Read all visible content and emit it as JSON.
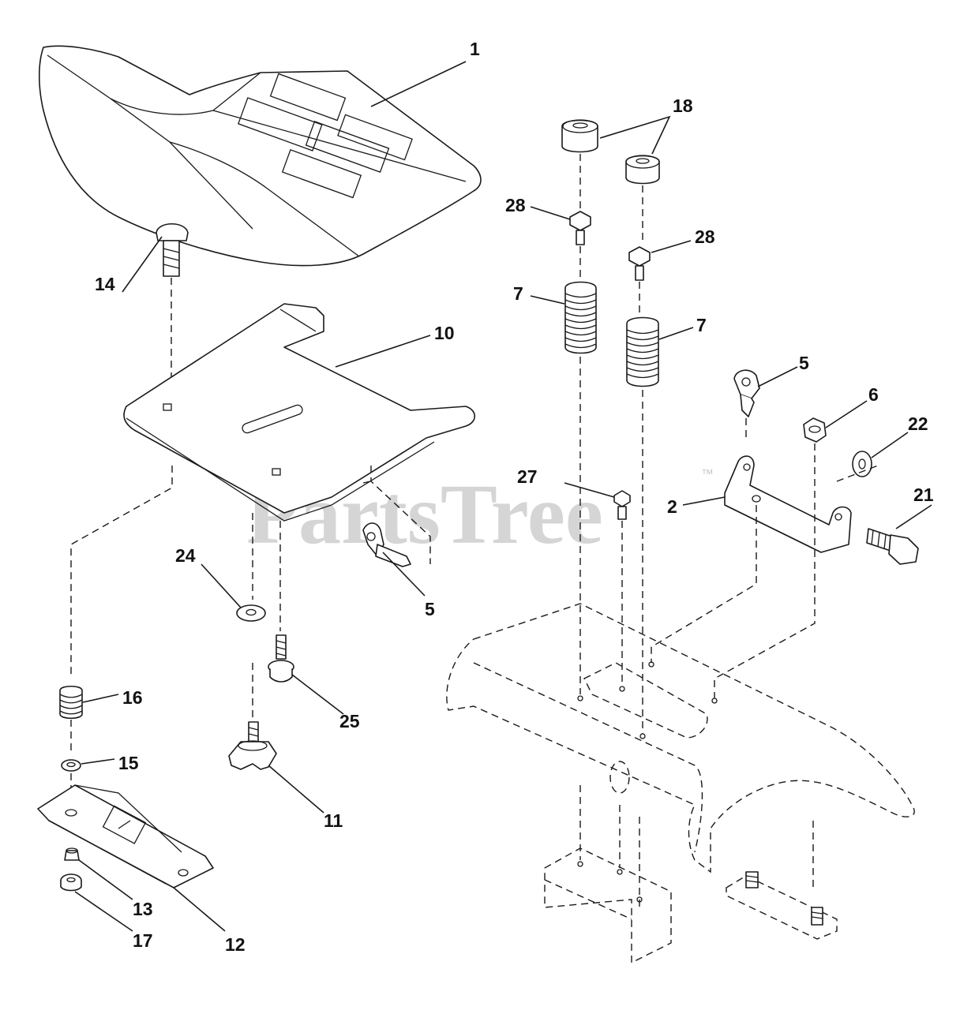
{
  "watermark": {
    "text": "PartsTree",
    "trademark": "™",
    "color": "#c8c8c8"
  },
  "callouts": {
    "c1": "1",
    "c18": "18",
    "c28a": "28",
    "c28b": "28",
    "c14": "14",
    "c10": "10",
    "c7a": "7",
    "c7b": "7",
    "c5a": "5",
    "c6": "6",
    "c22": "22",
    "c27": "27",
    "c2": "2",
    "c21": "21",
    "c24": "24",
    "c5b": "5",
    "c16": "16",
    "c25": "25",
    "c15": "15",
    "c11": "11",
    "c13": "13",
    "c17": "17",
    "c12": "12"
  },
  "colors": {
    "ink": "#1a1a1a",
    "paper": "#ffffff"
  }
}
